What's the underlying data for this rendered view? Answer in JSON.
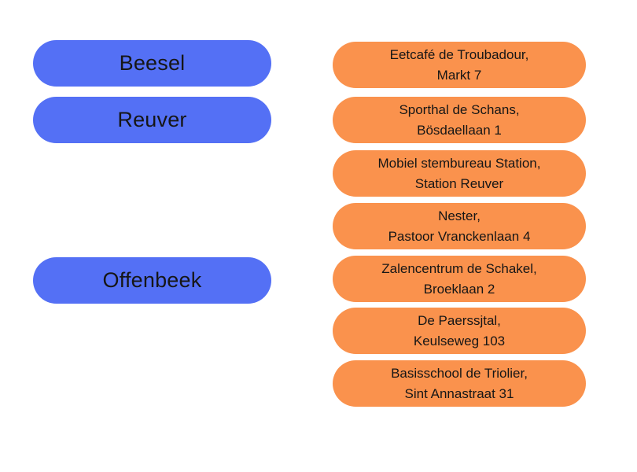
{
  "activity": {
    "left_items": [
      {
        "label": "Beesel"
      },
      {
        "label": "Reuver"
      },
      {
        "label": "Offenbeek"
      }
    ],
    "right_items": [
      {
        "line1": "Eetcafé de Troubadour,",
        "line2": "Markt 7"
      },
      {
        "line1": "Sporthal de Schans,",
        "line2": "Bösdaellaan 1"
      },
      {
        "line1": "Mobiel stembureau Station,",
        "line2": "Station Reuver"
      },
      {
        "line1": "Nester,",
        "line2": "Pastoor Vranckenlaan 4"
      },
      {
        "line1": "Zalencentrum de Schakel,",
        "line2": "Broeklaan 2"
      },
      {
        "line1": "De Paerssjtal,",
        "line2": "Keulseweg 103"
      },
      {
        "line1": "Basisschool de Triolier,",
        "line2": "Sint Annastraat 31"
      }
    ],
    "colors": {
      "left_pill": "#5470f5",
      "right_pill": "#fa924d",
      "text": "#161616",
      "background": "#ffffff"
    }
  }
}
